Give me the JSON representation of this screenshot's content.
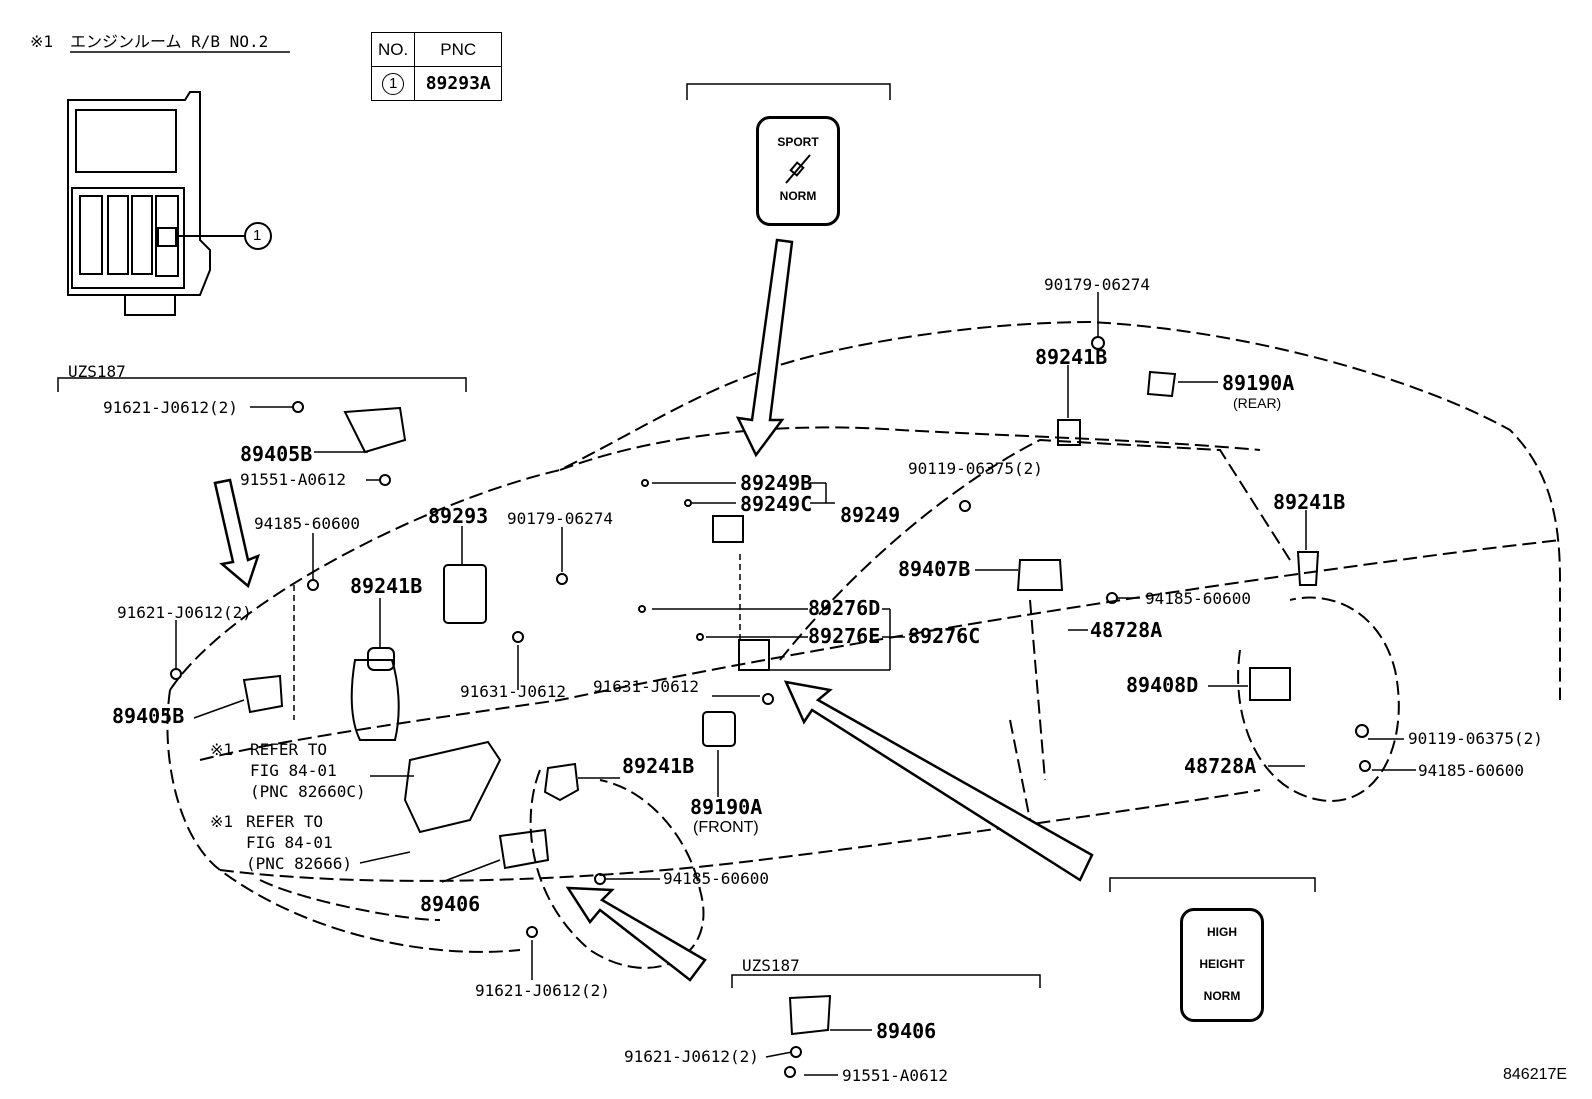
{
  "header": {
    "note_mark": "※1",
    "note_title": "エンジンルーム R/B NO.2"
  },
  "pnc_table": {
    "col_no": "NO.",
    "col_pnc": "PNC",
    "row_no": "1",
    "row_pnc": "89293A"
  },
  "callout_number": "1",
  "switch_sport": {
    "top": "SPORT",
    "bottom": "NORM"
  },
  "switch_height": {
    "top": "HIGH",
    "middle": "HEIGHT",
    "bottom": "NORM"
  },
  "group_labels": {
    "uzs187_left": "UZS187",
    "uzs187_bottom": "UZS187"
  },
  "parts": {
    "p90179_top": "90179-06274",
    "p89241B_rear_upper": "89241B",
    "p89190A_rear": "89190A",
    "rear_note": "(REAR)",
    "p91621_a": "91621-J0612(2)",
    "p89405B_a": "89405B",
    "p91551_a": "91551-A0612",
    "p89249B": "89249B",
    "p89249C": "89249C",
    "p89249": "89249",
    "p90119_a": "90119-06375(2)",
    "p89241B_rear_right": "89241B",
    "p89293": "89293",
    "p90179_mid": "90179-06274",
    "p94185_a": "94185-60600",
    "p89241B_mid": "89241B",
    "p89407B": "89407B",
    "p94185_b": "94185-60600",
    "p91621_b": "91621-J0612(2)",
    "p89276D": "89276D",
    "p89276E": "89276E",
    "p89276C": "89276C",
    "p48728A_a": "48728A",
    "p91631_a": "91631-J0612",
    "p91631_b": "91631-J0612",
    "p89408D": "89408D",
    "p89405B_b": "89405B",
    "p90119_b": "90119-06375(2)",
    "p48728A_b": "48728A",
    "p94185_c": "94185-60600",
    "p89241B_front": "89241B",
    "p89190A_front": "89190A",
    "front_note": "(FRONT)",
    "p94185_d": "94185-60600",
    "p89406_a": "89406",
    "p91621_c": "91621-J0612(2)",
    "p89406_b": "89406",
    "p91621_d": "91621-J0612(2)",
    "p91551_b": "91551-A0612"
  },
  "refer_1": {
    "mark": "※1",
    "l1": "REFER TO",
    "l2": "FIG 84-01",
    "l3": "(PNC 82660C)"
  },
  "refer_2": {
    "mark": "※1",
    "l1": "REFER TO",
    "l2": "FIG 84-01",
    "l3": "(PNC 82666)"
  },
  "figure_id": "846217E"
}
